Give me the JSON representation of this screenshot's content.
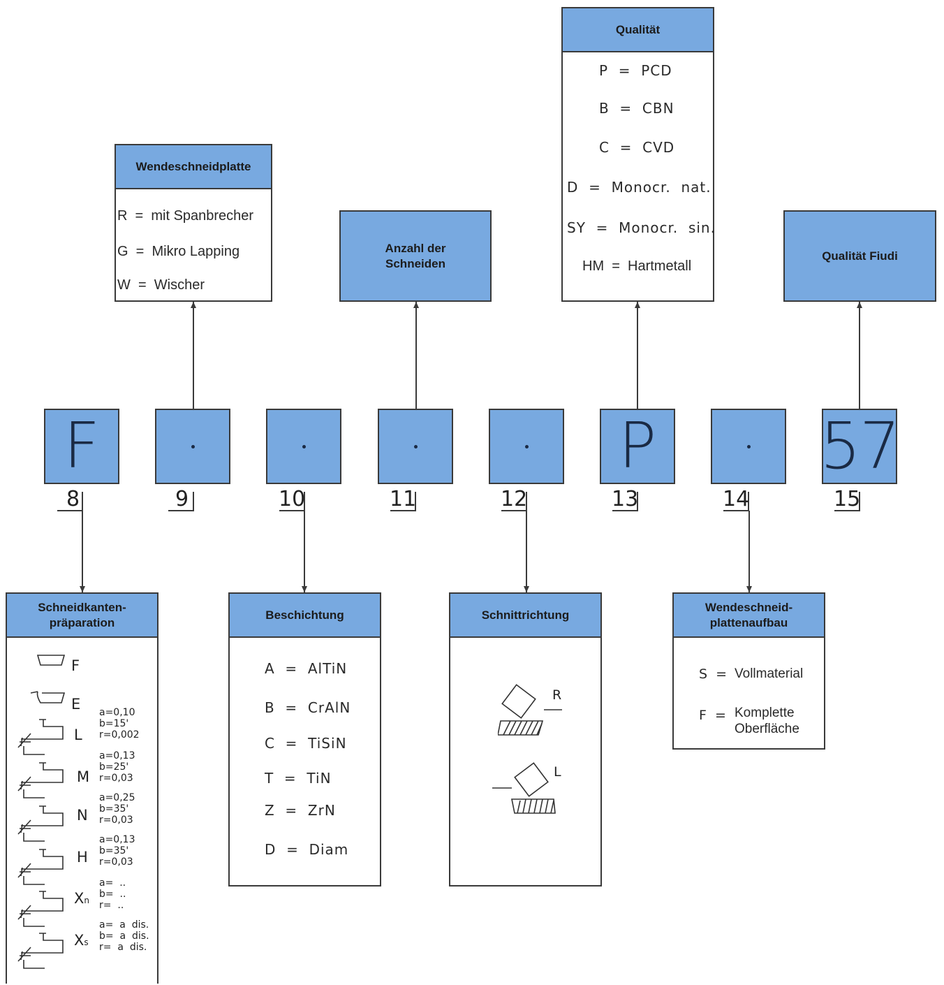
{
  "codes": [
    {
      "value": "F",
      "number": "8"
    },
    {
      "value": "",
      "number": "9"
    },
    {
      "value": "",
      "number": "10"
    },
    {
      "value": "",
      "number": "11"
    },
    {
      "value": "",
      "number": "12"
    },
    {
      "value": "P",
      "number": "13"
    },
    {
      "value": "",
      "number": "14"
    },
    {
      "value": "57",
      "number": "15"
    }
  ],
  "wendeschneidplatte": {
    "title": "Wendeschneidplatte",
    "items": [
      "R  =  mit Spanbrecher",
      "G  =  Mikro Lapping",
      "W  =  Wischer"
    ]
  },
  "anzahl": {
    "title": "Anzahl der\nSchneiden"
  },
  "qualitaet": {
    "title": "Qualität",
    "items": [
      "P  =  PCD",
      "B  =  CBN",
      "C  =  CVD",
      "D  =  Monocr.  nat.",
      "SY  =  Monocr.  sin.",
      "HM  =  Hartmetall"
    ]
  },
  "qualitaet_fiudi": {
    "title": "Qualität Fiudi"
  },
  "schneidkanten": {
    "title": "Schneidkanten-\npräparation",
    "items": [
      {
        "label": "F",
        "params": ""
      },
      {
        "label": "E",
        "params": ""
      },
      {
        "label": "L",
        "params": "a=0,10\nb=15'\nr=0,002"
      },
      {
        "label": "M",
        "params": "a=0,13\nb=25'\nr=0,03"
      },
      {
        "label": "N",
        "params": "a=0,25\nb=35'\nr=0,03"
      },
      {
        "label": "H",
        "params": "a=0,13\nb=35'\nr=0,03"
      },
      {
        "label": "X",
        "sub": "n",
        "params": "a=  ..\nb=  ..\nr=  .."
      },
      {
        "label": "X",
        "sub": "s",
        "params": "a=  a  dis.\nb=  a  dis.\nr=  a  dis."
      }
    ]
  },
  "beschichtung": {
    "title": "Beschichtung",
    "items": [
      "A  =  AlTiN",
      "B  =  CrAlN",
      "C  =  TiSiN",
      "T  =  TiN",
      "Z  =  ZrN",
      "D  =  Diam"
    ]
  },
  "schnittrichtung": {
    "title": "Schnittrichtung",
    "labels": [
      "R",
      "L"
    ]
  },
  "aufbau": {
    "title": "Wendeschneid-\nplattenaufbau",
    "items": [
      {
        "key": "S",
        "text": "Vollmaterial"
      },
      {
        "key": "F",
        "text": "Komplette\nOberfläche"
      }
    ]
  },
  "colors": {
    "box_fill": "#78a9e0",
    "border": "#3a3a3a"
  }
}
